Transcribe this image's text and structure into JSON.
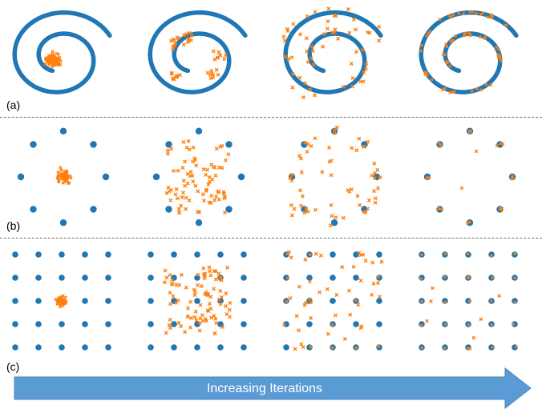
{
  "colors": {
    "real": "#1f77b4",
    "generated": "#ff7f0e",
    "arrow_fill": "#5b9bd5",
    "arrow_stroke": "#4a86bf",
    "divider": "#6f6f6f"
  },
  "labels": {
    "row_a": "(a)",
    "row_b": "(b)",
    "row_c": "(c)",
    "arrow": "Increasing Iterations"
  },
  "rows": [
    {
      "id": "a",
      "dataset": "spiral",
      "panels": [
        {
          "stage": 1,
          "generated_pattern": "tight-cluster-at-center"
        },
        {
          "stage": 2,
          "generated_pattern": "small-clusters-on-inner-spiral"
        },
        {
          "stage": 3,
          "generated_pattern": "scattered-along-spiral"
        },
        {
          "stage": 4,
          "generated_pattern": "aligned-with-spiral"
        }
      ]
    },
    {
      "id": "b",
      "dataset": "ring-of-8-gaussians",
      "panels": [
        {
          "stage": 1,
          "generated_pattern": "tight-cluster-at-center"
        },
        {
          "stage": 2,
          "generated_pattern": "spread-inside-ring"
        },
        {
          "stage": 3,
          "generated_pattern": "spreading-toward-modes"
        },
        {
          "stage": 4,
          "generated_pattern": "on-modes"
        }
      ]
    },
    {
      "id": "c",
      "dataset": "grid-of-25-gaussians",
      "panels": [
        {
          "stage": 1,
          "generated_pattern": "tight-cluster-at-center"
        },
        {
          "stage": 2,
          "generated_pattern": "spread-in-center-region"
        },
        {
          "stage": 3,
          "generated_pattern": "spreading-toward-modes"
        },
        {
          "stage": 4,
          "generated_pattern": "on-modes"
        }
      ]
    }
  ]
}
